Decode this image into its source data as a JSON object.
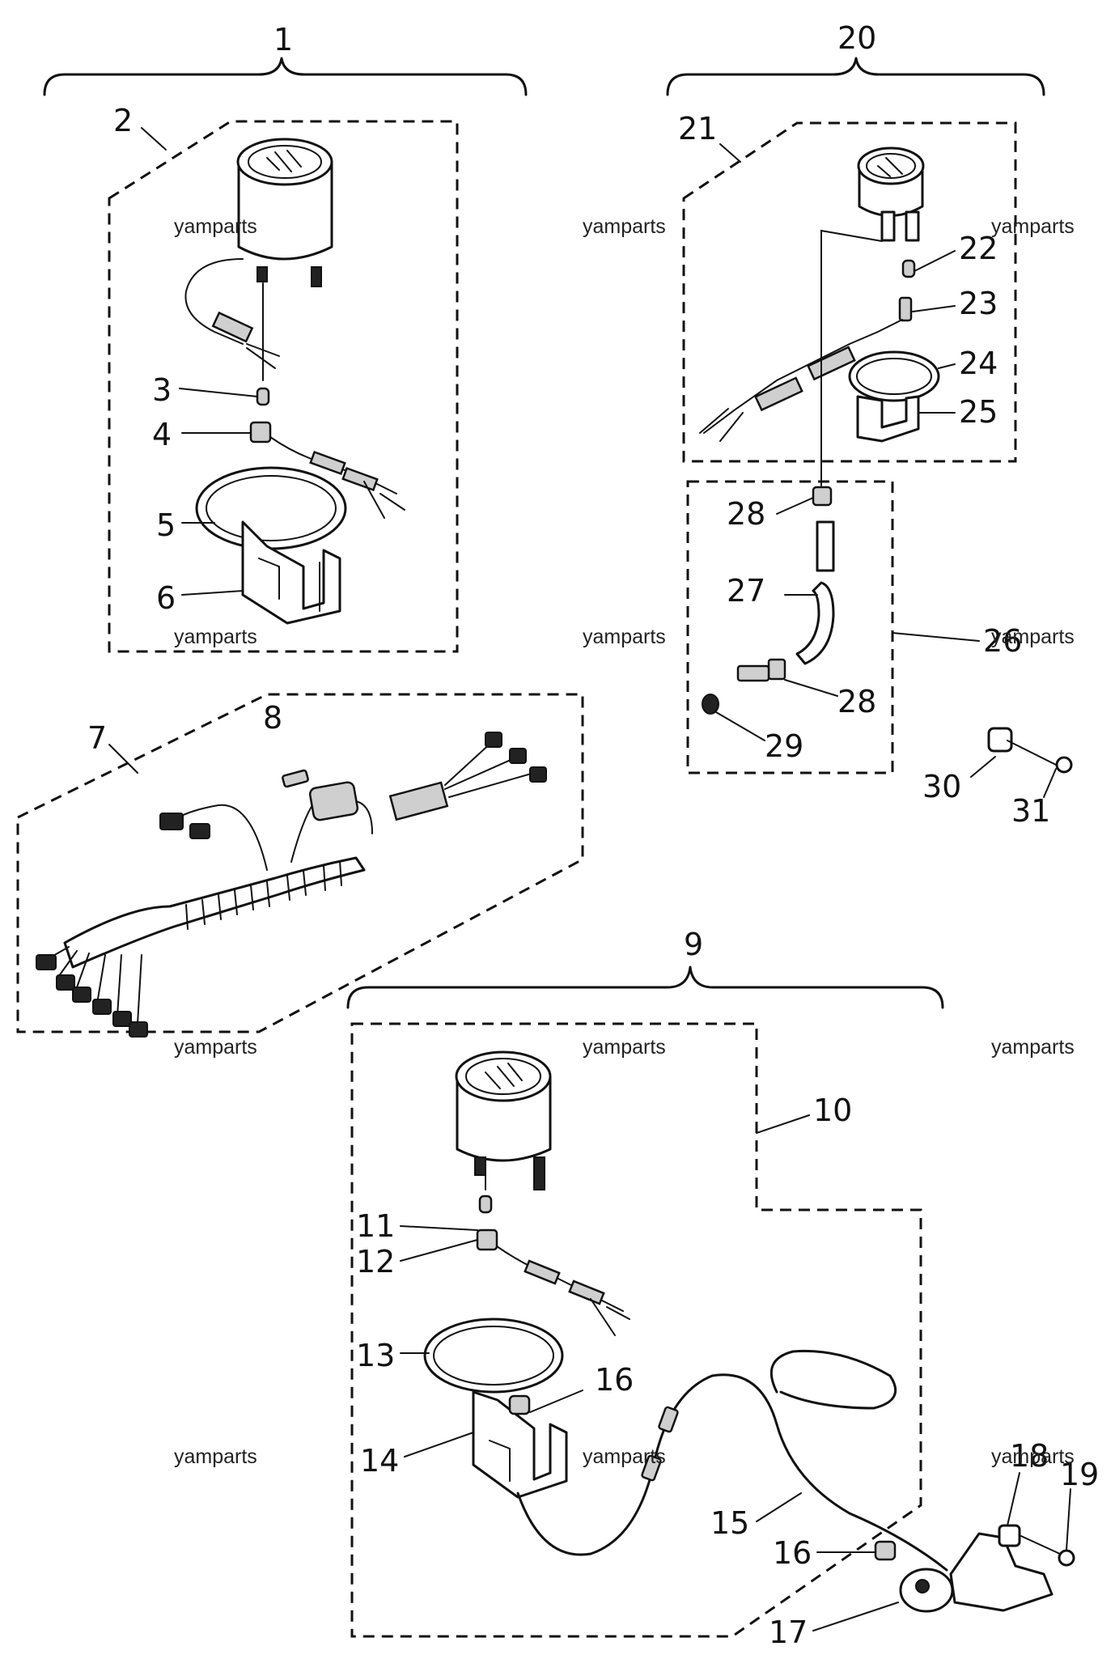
{
  "callouts": {
    "c1": "1",
    "c2": "2",
    "c3": "3",
    "c4": "4",
    "c5": "5",
    "c6": "6",
    "c7": "7",
    "c8": "8",
    "c9": "9",
    "c10": "10",
    "c11": "11",
    "c12": "12",
    "c13": "13",
    "c14": "14",
    "c15": "15",
    "c16a": "16",
    "c16b": "16",
    "c17": "17",
    "c18": "18",
    "c19": "19",
    "c20": "20",
    "c21": "21",
    "c22": "22",
    "c23": "23",
    "c24": "24",
    "c25": "25",
    "c26": "26",
    "c27": "27",
    "c28a": "28",
    "c28b": "28",
    "c29": "29",
    "c30": "30",
    "c31": "31"
  },
  "watermark": "yamparts"
}
